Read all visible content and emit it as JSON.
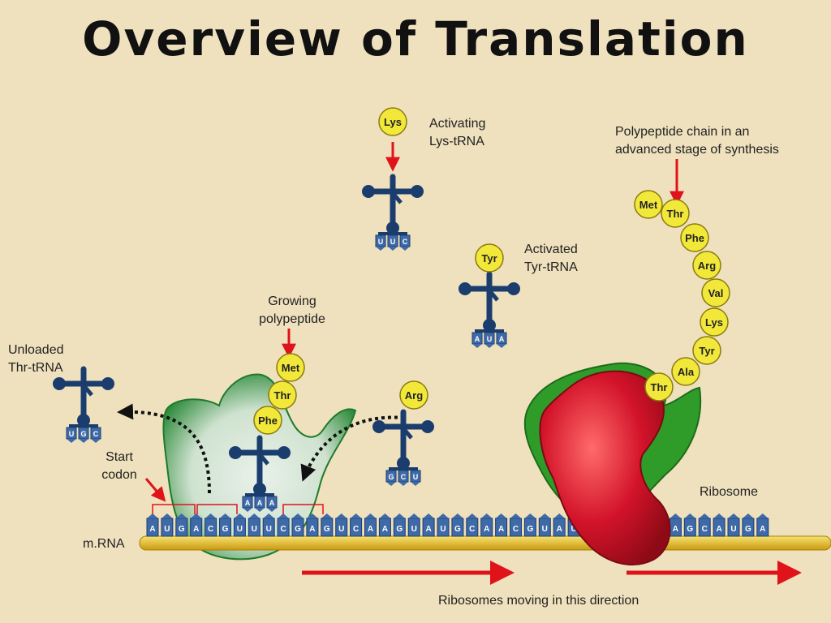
{
  "title": "Overview of Translation",
  "labels": {
    "activating_line1": "Activating",
    "activating_line2": "Lys-tRNA",
    "polypeptide_line1": "Polypeptide chain in an",
    "polypeptide_line2": "advanced stage of synthesis",
    "activated_line1": "Activated",
    "activated_line2": "Tyr-tRNA",
    "growing_line1": "Growing",
    "growing_line2": "polypeptide",
    "unloaded_line1": "Unloaded",
    "unloaded_line2": "Thr-tRNA",
    "start_line1": "Start",
    "start_line2": "codon",
    "mrna": "m.RNA",
    "ribosome": "Ribosome",
    "direction": "Ribosomes moving in this direction"
  },
  "amino_acids": {
    "lys": "Lys",
    "tyr": "Tyr",
    "arg": "Arg",
    "growing": [
      "Met",
      "Thr",
      "Phe"
    ],
    "chain": [
      "Met",
      "Thr",
      "Phe",
      "Arg",
      "Val",
      "Lys",
      "Tyr",
      "Ala",
      "Thr"
    ]
  },
  "anticodons": {
    "lys": [
      "U",
      "U",
      "C"
    ],
    "tyr": [
      "A",
      "U",
      "A"
    ],
    "thr": [
      "U",
      "G",
      "C"
    ],
    "arg": [
      "G",
      "C",
      "U"
    ],
    "site": [
      "A",
      "A",
      "A"
    ]
  },
  "mrna_bases": "AUGACGUUUCGAGUCAAGUAUGCAACGUAUGGUGCAAGCAUGA",
  "colors": {
    "background": "#efe1bd",
    "trna": "#1b3d6e",
    "amino_acid": "#f2e83a",
    "mrna_strand": "#e6c21c",
    "arrow_red": "#e0131b",
    "ribosome_small_green": "#2f9c2a",
    "ribosome_large_red": "#d3132a"
  }
}
